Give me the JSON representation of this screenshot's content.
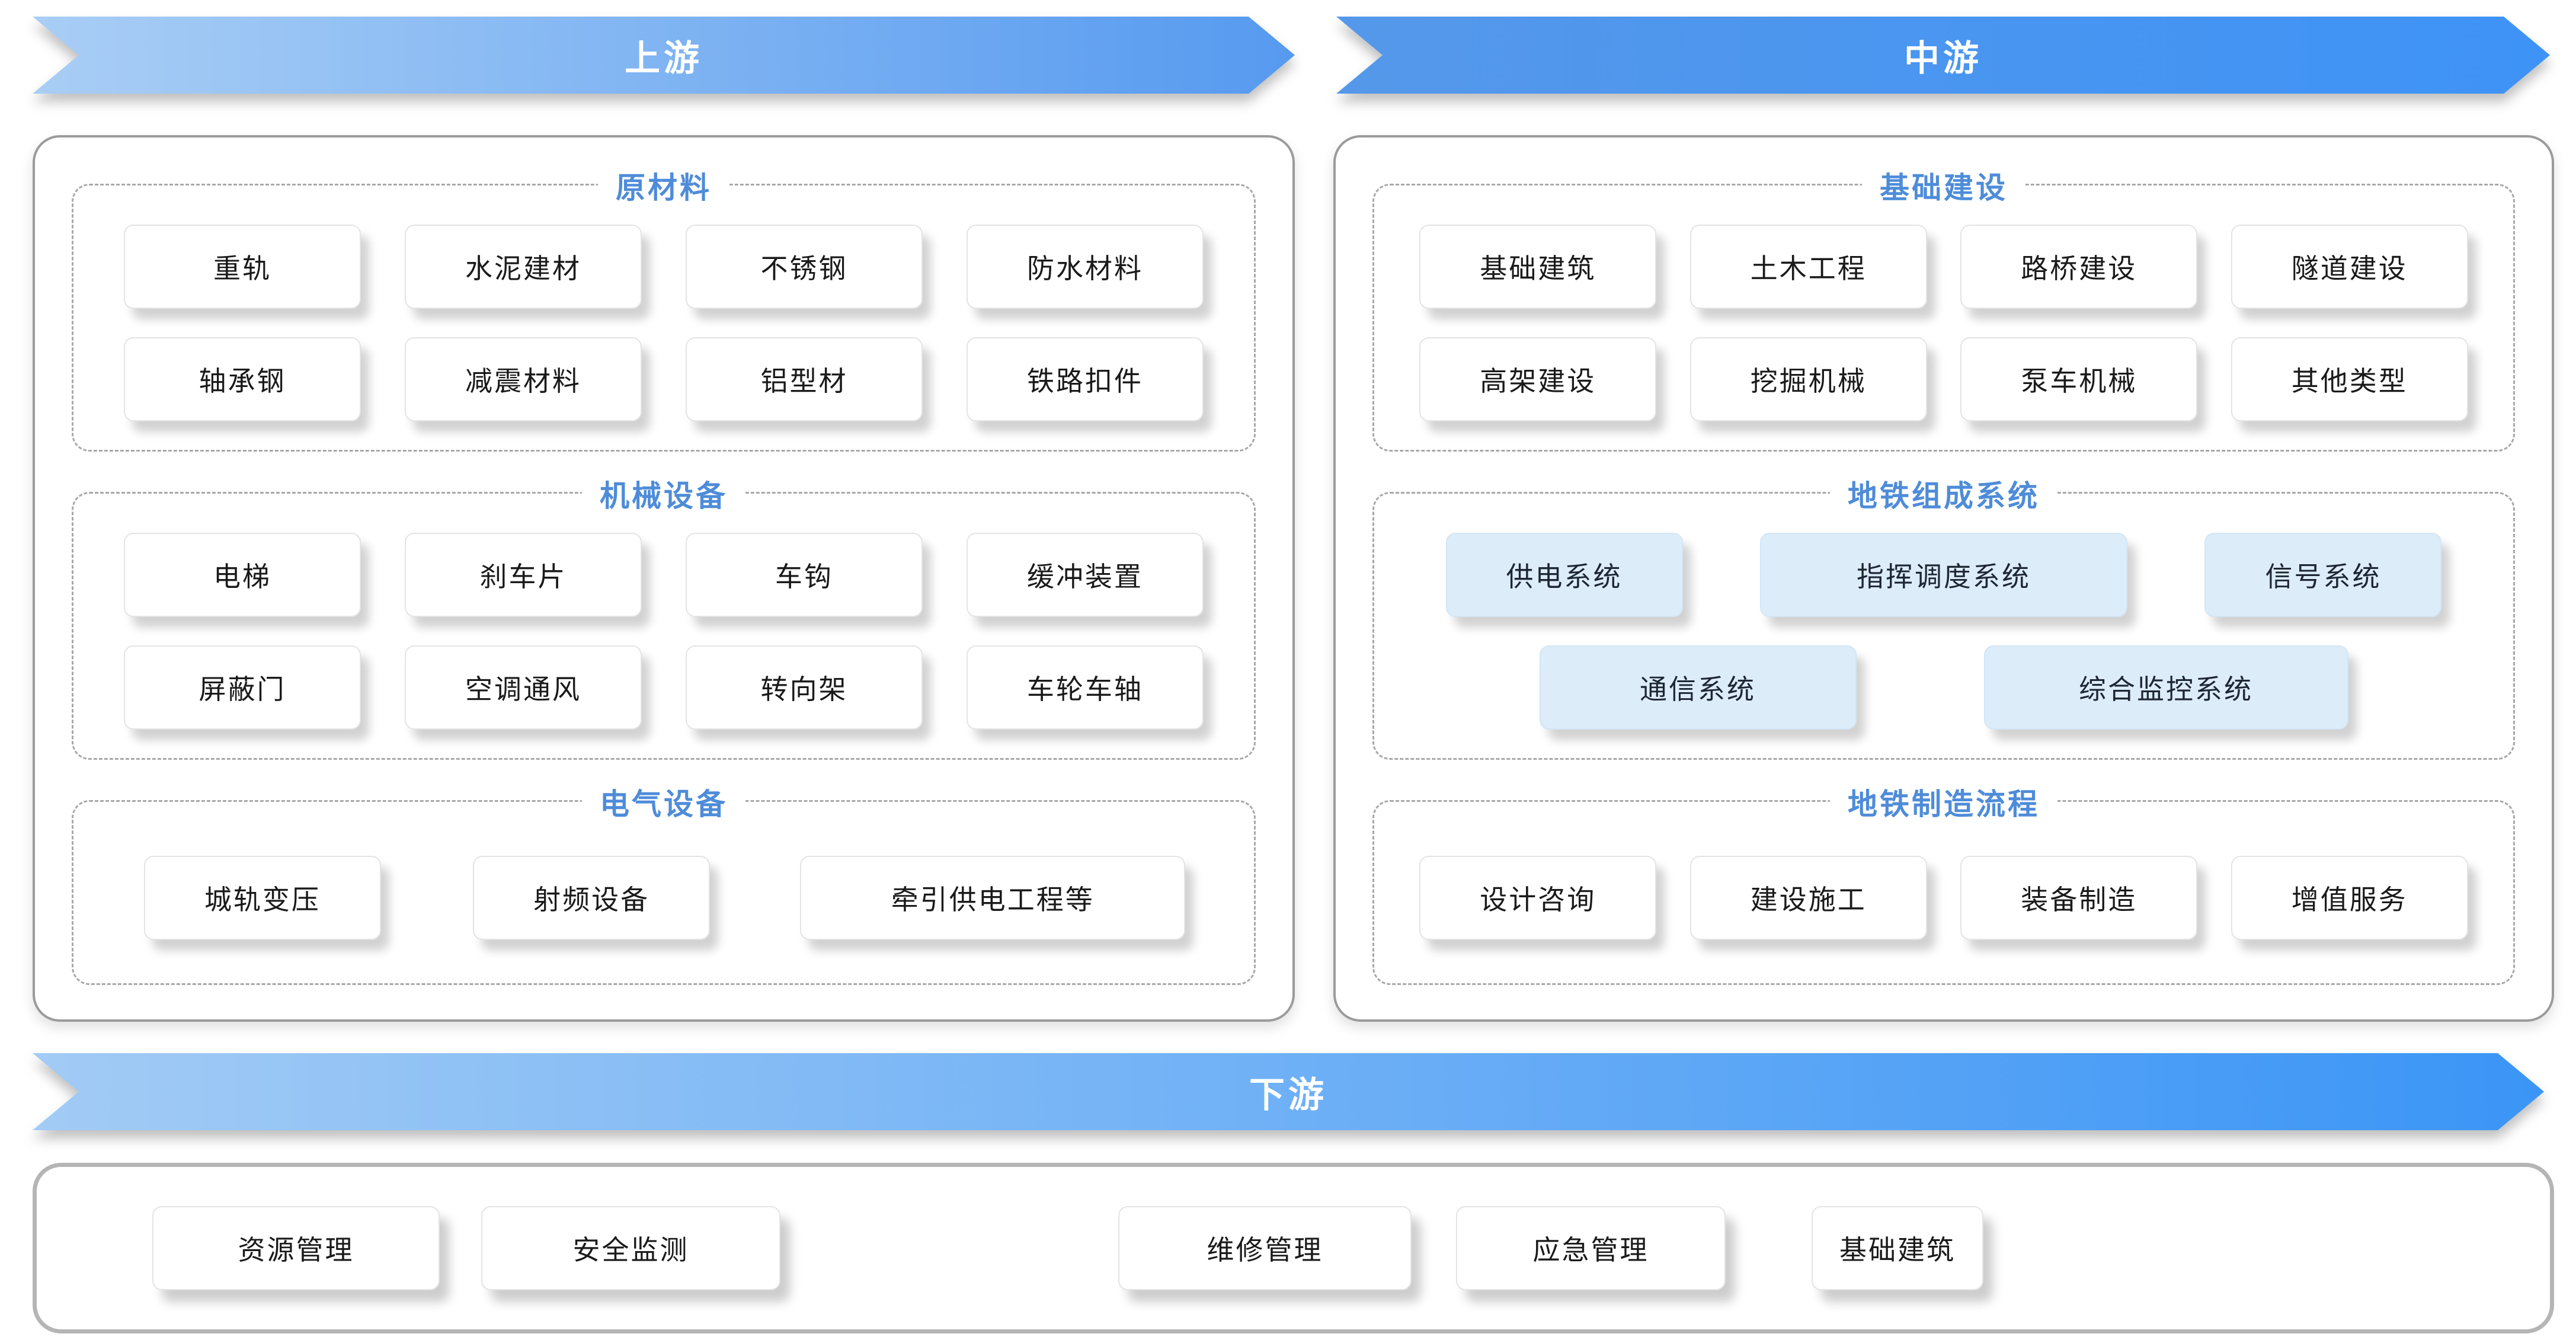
{
  "banners": {
    "upstream": "上游",
    "midstream": "中游",
    "downstream": "下游"
  },
  "upstream": {
    "sections": [
      {
        "title": "原材料",
        "rows": [
          [
            "重轨",
            "水泥建材",
            "不锈钢",
            "防水材料"
          ],
          [
            "轴承钢",
            "减震材料",
            "铝型材",
            "铁路扣件"
          ]
        ]
      },
      {
        "title": "机械设备",
        "rows": [
          [
            "电梯",
            "刹车片",
            "车钩",
            "缓冲装置"
          ],
          [
            "屏蔽门",
            "空调通风",
            "转向架",
            "车轮车轴"
          ]
        ]
      },
      {
        "title": "电气设备",
        "rows": [
          [
            "城轨变压",
            "射频设备",
            "牵引供电工程等"
          ]
        ]
      }
    ]
  },
  "midstream": {
    "sections": [
      {
        "title": "基础建设",
        "rows": [
          [
            "基础建筑",
            "土木工程",
            "路桥建设",
            "隧道建设"
          ],
          [
            "高架建设",
            "挖掘机械",
            "泵车机械",
            "其他类型"
          ]
        ]
      },
      {
        "title": "地铁组成系统",
        "highlighted": true,
        "rows": [
          [
            "供电系统",
            "指挥调度系统",
            "信号系统"
          ],
          [
            "通信系统",
            "综合监控系统"
          ]
        ]
      },
      {
        "title": "地铁制造流程",
        "rows": [
          [
            "设计咨询",
            "建设施工",
            "装备制造",
            "增值服务"
          ]
        ]
      }
    ]
  },
  "downstream": {
    "items": [
      "资源管理",
      "安全监测",
      "维修管理",
      "应急管理",
      "基础建筑"
    ]
  },
  "colors": {
    "banner_blue_strong": "#3e93f6",
    "banner_blue_light": "#a9cef5",
    "section_title_blue": "#4e8cd9",
    "highlight_chip_bg": "#ddecf9",
    "chip_text": "#1a1a1a",
    "panel_border_gray": "#9b9b9b"
  }
}
